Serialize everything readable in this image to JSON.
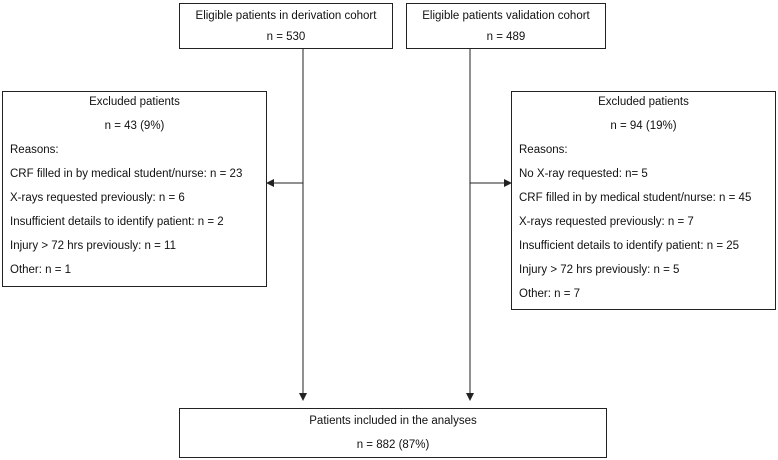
{
  "derivation": {
    "title": "Eligible patients in derivation cohort",
    "n": "n = 530"
  },
  "validation": {
    "title": "Eligible patients validation cohort",
    "n": "n = 489"
  },
  "excluded_derivation": {
    "title": "Excluded patients",
    "n": "n = 43 (9%)",
    "reasons_label": "Reasons:",
    "reasons": [
      "CRF filled in by medical student/nurse: n = 23",
      "X-rays requested previously: n = 6",
      "Insufficient details to identify patient: n = 2",
      "Injury > 72 hrs previously: n = 11",
      "Other: n = 1"
    ]
  },
  "excluded_validation": {
    "title": "Excluded patients",
    "n": "n = 94 (19%)",
    "reasons_label": "Reasons:",
    "reasons": [
      "No X-ray requested: n= 5",
      "CRF filled in by medical student/nurse: n = 45",
      "X-rays requested previously: n = 7",
      "Insufficient details to identify patient: n = 25",
      "Injury > 72 hrs previously: n = 5",
      "Other: n = 7"
    ]
  },
  "included": {
    "title": "Patients included in the analyses",
    "n": "n = 882 (87%)"
  }
}
